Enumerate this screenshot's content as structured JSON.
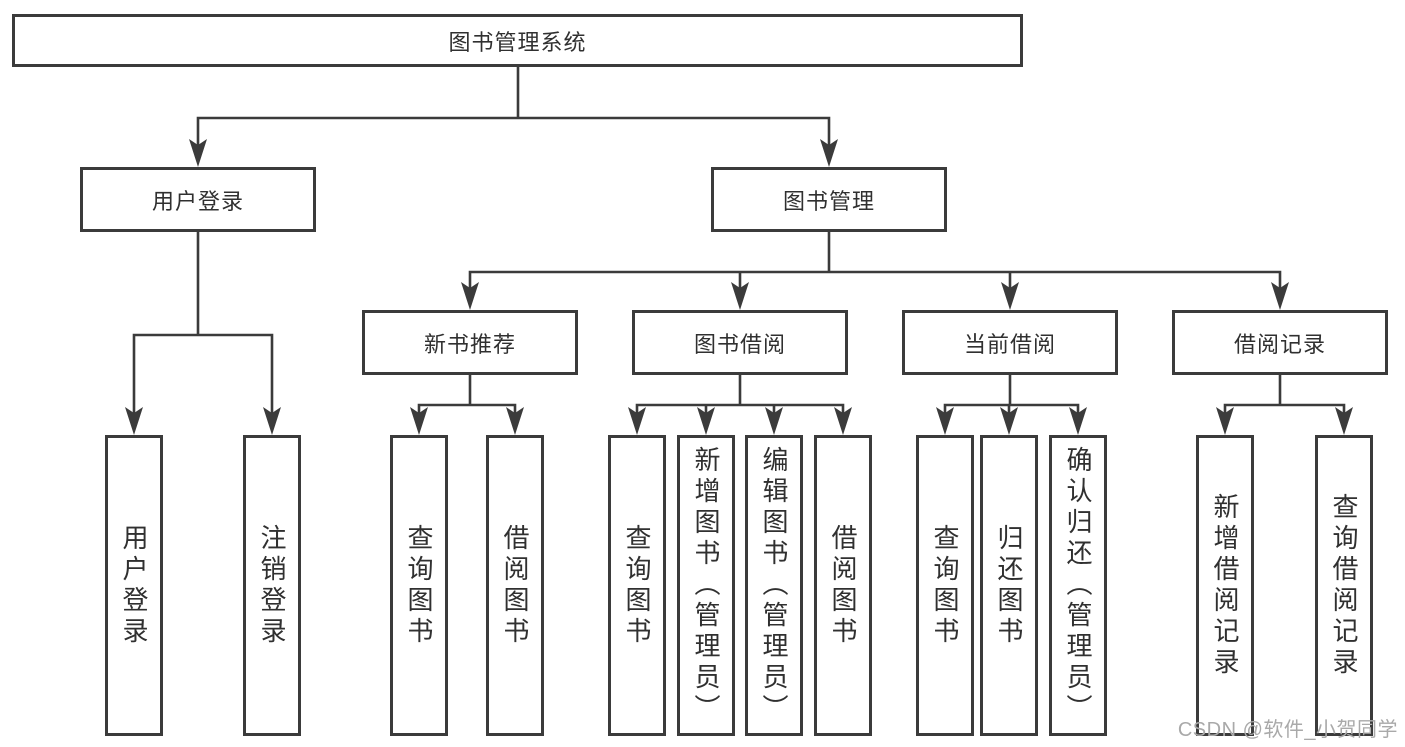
{
  "diagram": {
    "root": {
      "label": "图书管理系统"
    },
    "branches": [
      {
        "label": "用户登录",
        "children": [
          {
            "label": "用户登录"
          },
          {
            "label": "注销登录"
          }
        ]
      },
      {
        "label": "图书管理",
        "children": [
          {
            "label": "新书推荐",
            "children": [
              {
                "label": "查询图书"
              },
              {
                "label": "借阅图书"
              }
            ]
          },
          {
            "label": "图书借阅",
            "children": [
              {
                "label": "查询图书"
              },
              {
                "label": "新增图书（管理员）"
              },
              {
                "label": "编辑图书（管理员）"
              },
              {
                "label": "借阅图书"
              }
            ]
          },
          {
            "label": "当前借阅",
            "children": [
              {
                "label": "查询图书"
              },
              {
                "label": "归还图书"
              },
              {
                "label": "确认归还（管理员）"
              }
            ]
          },
          {
            "label": "借阅记录",
            "children": [
              {
                "label": "新增借阅记录"
              },
              {
                "label": "查询借阅记录"
              }
            ]
          }
        ]
      }
    ]
  },
  "watermark": {
    "text": "CSDN @软件_小贺同学"
  },
  "colors": {
    "line": "#3b3b3b",
    "text": "#303030",
    "watermark": "#a9a9a9",
    "background": "#ffffff"
  }
}
